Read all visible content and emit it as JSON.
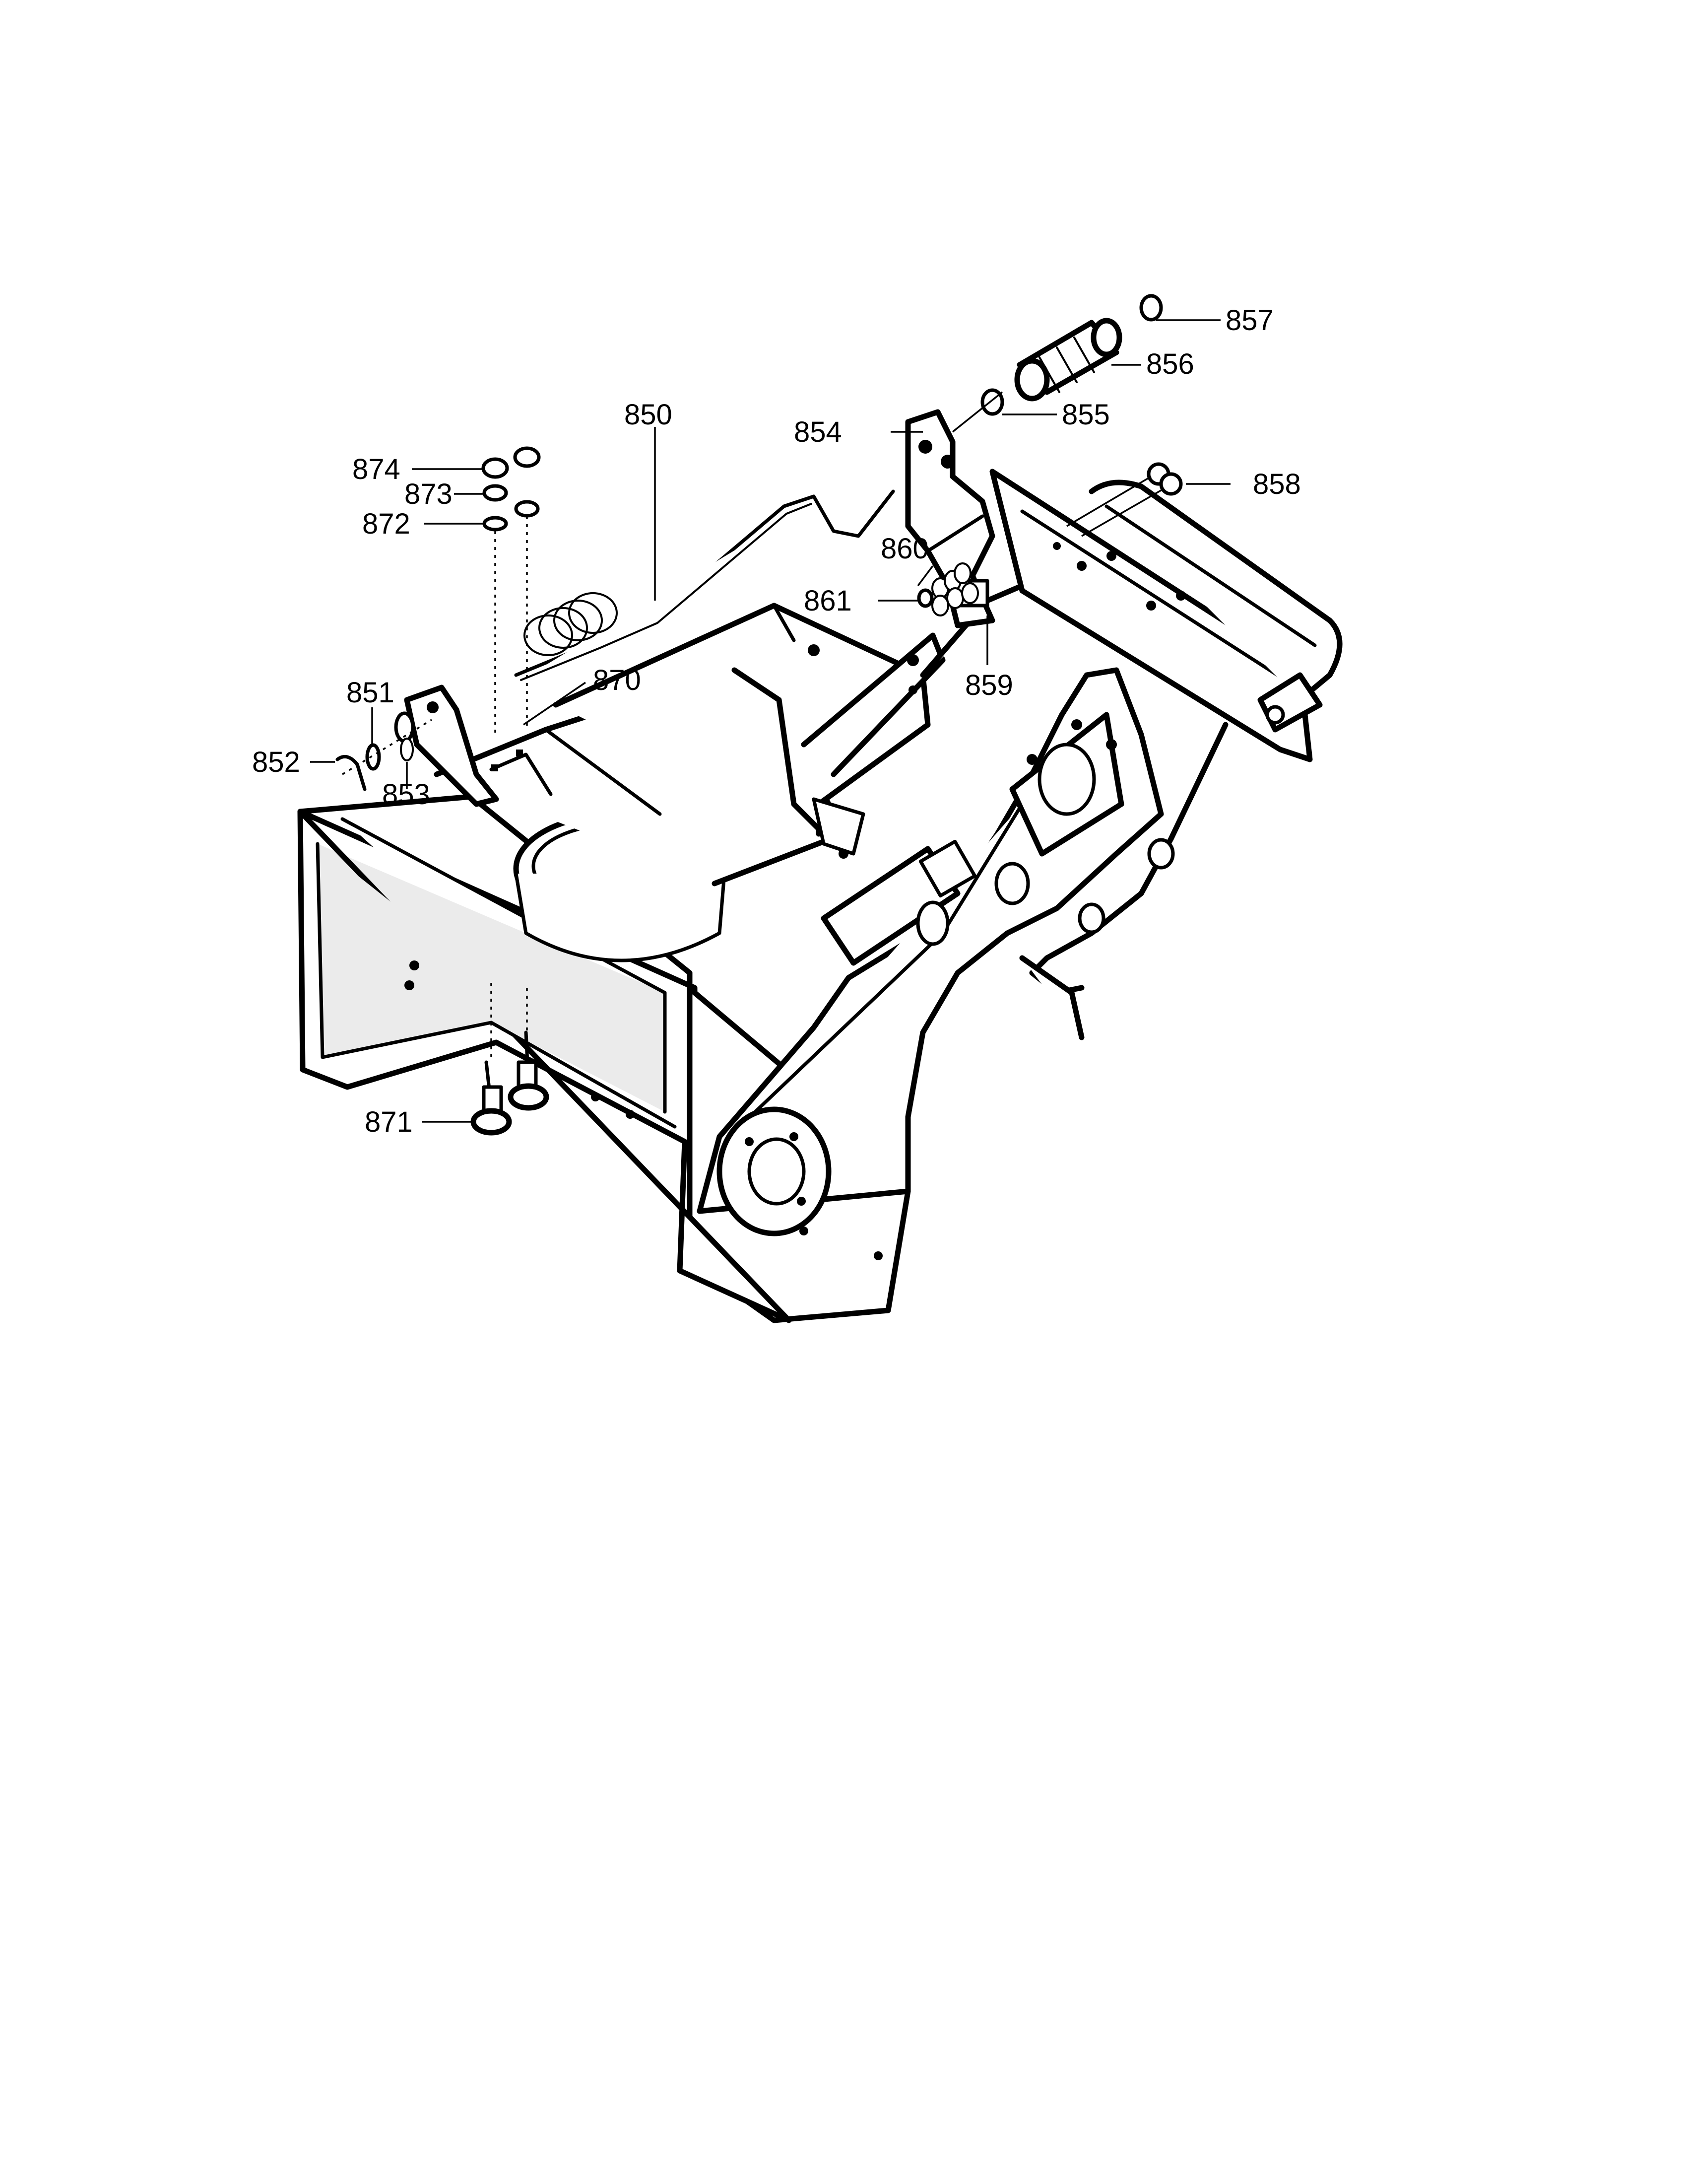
{
  "diagram": {
    "callouts": [
      {
        "id": "857",
        "label": "857"
      },
      {
        "id": "856",
        "label": "856"
      },
      {
        "id": "855",
        "label": "855"
      },
      {
        "id": "854",
        "label": "854"
      },
      {
        "id": "858",
        "label": "858"
      },
      {
        "id": "850",
        "label": "850"
      },
      {
        "id": "860",
        "label": "860"
      },
      {
        "id": "861",
        "label": "861"
      },
      {
        "id": "859",
        "label": "859"
      },
      {
        "id": "874",
        "label": "874"
      },
      {
        "id": "873",
        "label": "873"
      },
      {
        "id": "872",
        "label": "872"
      },
      {
        "id": "870",
        "label": "870"
      },
      {
        "id": "851",
        "label": "851"
      },
      {
        "id": "852",
        "label": "852"
      },
      {
        "id": "853",
        "label": "853"
      },
      {
        "id": "871",
        "label": "871"
      }
    ]
  }
}
